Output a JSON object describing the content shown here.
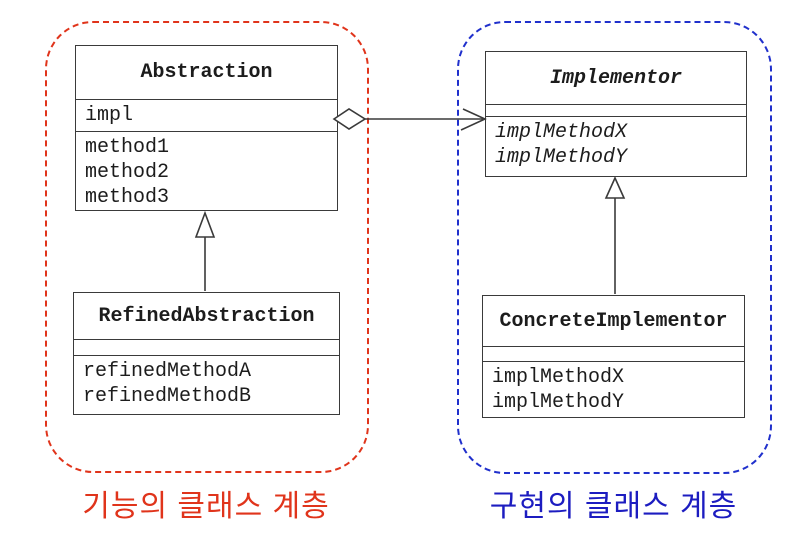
{
  "classes": {
    "abstraction": {
      "name": "Abstraction",
      "attributes": [
        "impl"
      ],
      "methods": [
        "method1",
        "method2",
        "method3"
      ]
    },
    "implementor": {
      "name": "Implementor",
      "abstract": true,
      "attributes": [],
      "methods": [
        "implMethodX",
        "implMethodY"
      ]
    },
    "refined_abstraction": {
      "name": "RefinedAbstraction",
      "attributes": [],
      "methods": [
        "refinedMethodA",
        "refinedMethodB"
      ]
    },
    "concrete_implementor": {
      "name": "ConcreteImplementor",
      "attributes": [],
      "methods": [
        "implMethodX",
        "implMethodY"
      ]
    }
  },
  "relations": [
    {
      "type": "aggregation",
      "from": "Abstraction.impl",
      "to": "Implementor"
    },
    {
      "type": "inheritance",
      "from": "RefinedAbstraction",
      "to": "Abstraction"
    },
    {
      "type": "inheritance",
      "from": "ConcreteImplementor",
      "to": "Implementor"
    }
  ],
  "captions": {
    "functional": {
      "text": "기능의 클래스 계층",
      "color": "#e0341b"
    },
    "implementation": {
      "text": "구현의 클래스 계층",
      "color": "#1c1cc0"
    }
  },
  "colors": {
    "functional_frame": "#e0341b",
    "implementation_frame": "#2030cc",
    "box_border": "#3a3a3a",
    "text": "#1c1c1c"
  }
}
